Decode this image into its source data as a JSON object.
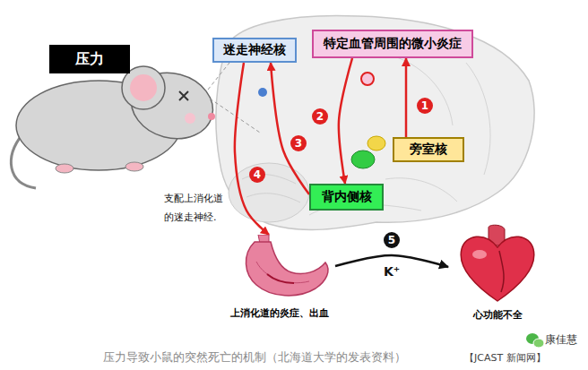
{
  "diagram": {
    "caption": "压力导致小鼠的突然死亡的机制（北海道大学的发表资料）",
    "nodes": [
      {
        "text": [
          "压力"
        ]
      },
      {
        "text": [
          "迷走神经核"
        ]
      },
      {
        "text": [
          "特定血管周围的微小炎症"
        ]
      },
      {
        "text": [
          "旁室核"
        ]
      },
      {
        "text": [
          "背内侧核"
        ]
      },
      {
        "text": [
          "上消化道的炎症、出血"
        ]
      },
      {
        "text": [
          "心功能不全"
        ]
      }
    ],
    "edges": [
      {
        "from": 3,
        "to": 2,
        "arrow": "to"
      },
      {
        "from": 2,
        "to": 4,
        "arrow": "to"
      },
      {
        "from": 4,
        "to": 1,
        "arrow": "to"
      },
      {
        "from": 1,
        "to": 5,
        "arrow": "to"
      },
      {
        "from": 5,
        "to": 6,
        "label": "K⁺",
        "arrow": "to"
      }
    ],
    "labels": [
      "1",
      "2",
      "3",
      "4",
      "5",
      "支配上消化道 的迷走神经.",
      "【JCAST 新闻网】",
      "康佳慧"
    ]
  }
}
